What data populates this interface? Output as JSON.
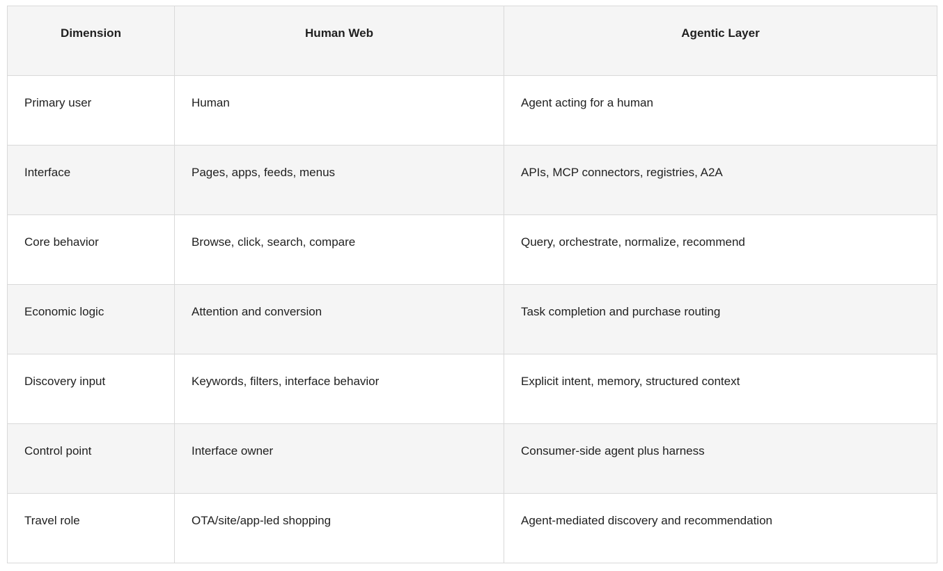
{
  "table": {
    "columns": [
      "Dimension",
      "Human Web",
      "Agentic Layer"
    ],
    "rows": [
      [
        "Primary user",
        "Human",
        "Agent acting for a human"
      ],
      [
        "Interface",
        "Pages, apps, feeds, menus",
        "APIs, MCP connectors, registries, A2A"
      ],
      [
        "Core behavior",
        "Browse, click, search, compare",
        "Query, orchestrate, normalize, recommend"
      ],
      [
        "Economic logic",
        "Attention and conversion",
        "Task completion and purchase routing"
      ],
      [
        "Discovery input",
        "Keywords, filters, interface behavior",
        "Explicit intent, memory, structured context"
      ],
      [
        "Control point",
        "Interface owner",
        "Consumer-side agent plus harness"
      ],
      [
        "Travel role",
        "OTA/site/app-led shopping",
        "Agent-mediated discovery and recommendation"
      ]
    ],
    "colors": {
      "header_bg": "#f5f5f5",
      "row_bg": "#ffffff",
      "row_alt_bg": "#f5f5f5",
      "border": "#d9d9d9",
      "text": "#1f1f1f"
    }
  }
}
